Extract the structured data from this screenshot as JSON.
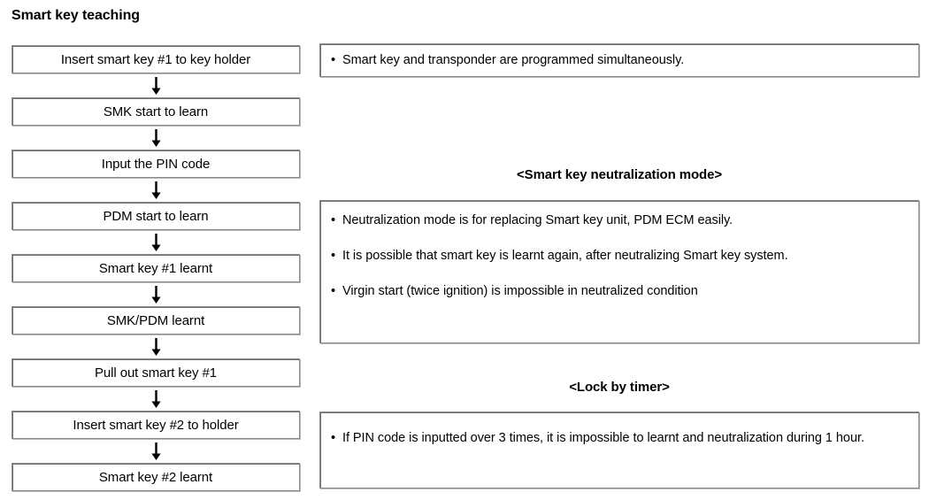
{
  "page": {
    "title": "Smart key teaching"
  },
  "flowchart": {
    "arrow_icon": "down-arrow-icon",
    "nodes": [
      {
        "label": "Insert smart key #1 to key holder"
      },
      {
        "label": "SMK start to learn"
      },
      {
        "label": "Input the PIN code"
      },
      {
        "label": "PDM start to learn"
      },
      {
        "label": "Smart key #1 learnt"
      },
      {
        "label": "SMK/PDM learnt"
      },
      {
        "label": "Pull out smart key #1"
      },
      {
        "label": "Insert smart key #2 to holder"
      },
      {
        "label": "Smart key #2 learnt"
      }
    ]
  },
  "notes": {
    "simultaneous": {
      "bullets": [
        "Smart key and transponder are programmed simultaneously."
      ]
    },
    "neutralization": {
      "heading": "<Smart key neutralization mode>",
      "bullets": [
        "Neutralization mode is for replacing Smart key unit, PDM ECM easily.",
        "It is possible that smart key is learnt again, after neutralizing Smart key system.",
        "Virgin start (twice ignition) is impossible in neutralized condition"
      ]
    },
    "lock_by_timer": {
      "heading": "<Lock by timer>",
      "bullets": [
        "If PIN code is inputted over 3 times, it is impossible to learnt and neutralization during 1 hour."
      ]
    }
  },
  "colors": {
    "border": "#8a8a8a",
    "shadow": "#b9b9b9",
    "text": "#000000",
    "background": "#ffffff"
  }
}
